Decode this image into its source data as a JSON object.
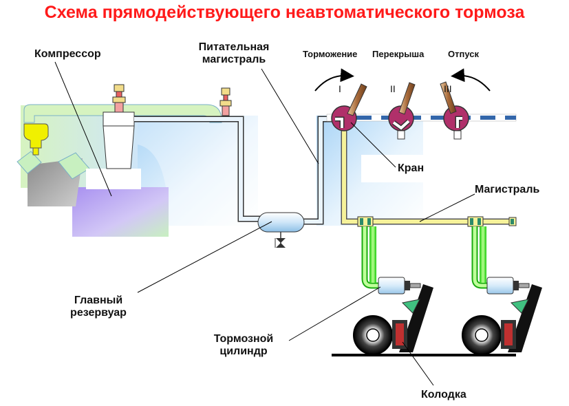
{
  "title": "Схема прямодействующего неавтоматического тормоза",
  "labels": {
    "compressor": "Компрессор",
    "feed_line_1": "Питательная",
    "feed_line_2": "магистраль",
    "braking": "Торможение",
    "lap": "Перекрыша",
    "release": "Отпуск",
    "valve": "Кран",
    "brake_line": "Магистраль",
    "main_reservoir_1": "Главный",
    "main_reservoir_2": "резервуар",
    "brake_cylinder_1": "Тормозной",
    "brake_cylinder_2": "цилиндр",
    "brake_shoe": "Колодка"
  },
  "positions": [
    "I",
    "II",
    "III"
  ],
  "colors": {
    "title": "#ff1a1a",
    "brake_line": "#f6f29a",
    "cylinder_pipe": "#44ee22",
    "valve_body": "#b0306a",
    "compressor_body": "#b9a4f0",
    "background_tint": "#bfe0f8",
    "handle": "#a86a3a",
    "governor": "#f0f000"
  }
}
